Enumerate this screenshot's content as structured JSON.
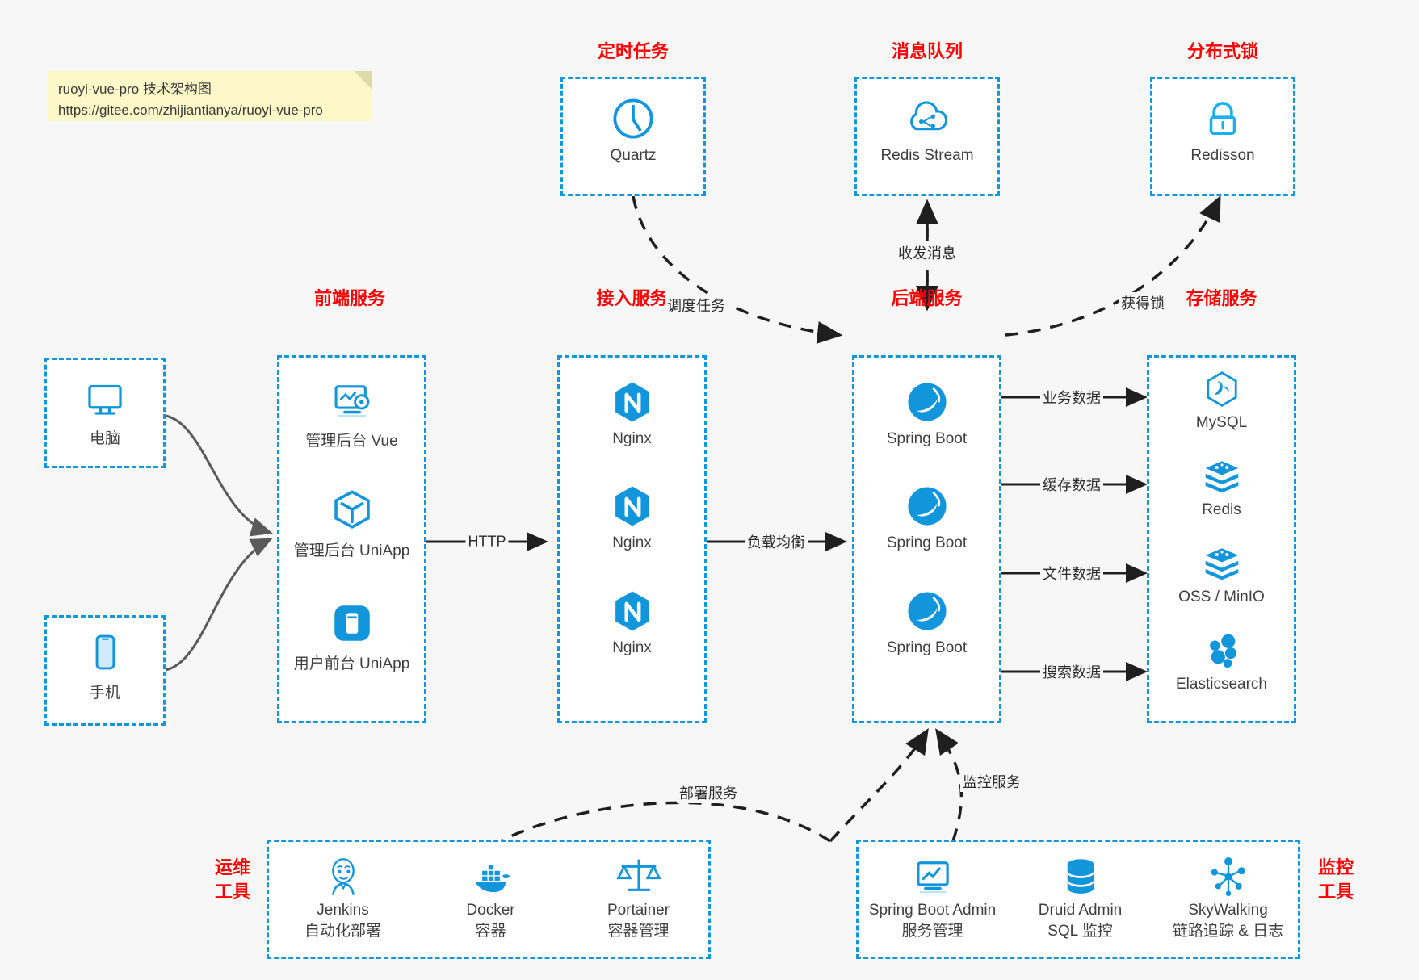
{
  "note": {
    "line1": "ruoyi-vue-pro 技术架构图",
    "line2": "https://gitee.com/zhijiantianya/ruoyi-vue-pro"
  },
  "colors": {
    "accent": "#1296db",
    "title_red": "#ff0000",
    "text": "#3f3f3f",
    "background": "#f7f7f7",
    "edge": "#2b2b2b",
    "curve_gray": "#595959",
    "note_bg": "#fcf8c8"
  },
  "groups": {
    "scheduler": {
      "title": "定时任务",
      "nodes": [
        {
          "label": "Quartz",
          "icon": "clock-icon"
        }
      ]
    },
    "mq": {
      "title": "消息队列",
      "nodes": [
        {
          "label": "Redis Stream",
          "icon": "cloud-network-icon"
        }
      ]
    },
    "lock": {
      "title": "分布式锁",
      "nodes": [
        {
          "label": "Redisson",
          "icon": "lock-icon"
        }
      ]
    },
    "devices": {
      "nodes": [
        {
          "label": "电脑",
          "icon": "desktop-icon"
        },
        {
          "label": "手机",
          "icon": "mobile-icon"
        }
      ]
    },
    "frontend": {
      "title": "前端服务",
      "nodes": [
        {
          "label": "管理后台 Vue",
          "icon": "dashboard-settings-icon"
        },
        {
          "label": "管理后台 UniApp",
          "icon": "hexagon-cube-icon"
        },
        {
          "label": "用户前台 UniApp",
          "icon": "app-square-icon"
        }
      ]
    },
    "gateway": {
      "title": "接入服务",
      "nodes": [
        {
          "label": "Nginx",
          "icon": "nginx-icon"
        },
        {
          "label": "Nginx",
          "icon": "nginx-icon"
        },
        {
          "label": "Nginx",
          "icon": "nginx-icon"
        }
      ]
    },
    "backend": {
      "title": "后端服务",
      "nodes": [
        {
          "label": "Spring Boot",
          "icon": "spring-boot-icon"
        },
        {
          "label": "Spring Boot",
          "icon": "spring-boot-icon"
        },
        {
          "label": "Spring Boot",
          "icon": "spring-boot-icon"
        }
      ]
    },
    "storage": {
      "title": "存储服务",
      "nodes": [
        {
          "label": "MySQL",
          "icon": "mysql-icon"
        },
        {
          "label": "Redis",
          "icon": "redis-icon"
        },
        {
          "label": "OSS / MinIO",
          "icon": "oss-minio-icon"
        },
        {
          "label": "Elasticsearch",
          "icon": "elasticsearch-icon"
        }
      ]
    },
    "ops": {
      "title_line1": "运维",
      "title_line2": "工具",
      "nodes": [
        {
          "label": "Jenkins",
          "sub": "自动化部署",
          "icon": "jenkins-icon"
        },
        {
          "label": "Docker",
          "sub": "容器",
          "icon": "docker-icon"
        },
        {
          "label": "Portainer",
          "sub": "容器管理",
          "icon": "scales-icon"
        }
      ]
    },
    "monitor": {
      "title_line1": "监控",
      "title_line2": "工具",
      "nodes": [
        {
          "label": "Spring Boot Admin",
          "sub": "服务管理",
          "icon": "monitor-chart-icon"
        },
        {
          "label": "Druid Admin",
          "sub": "SQL 监控",
          "icon": "database-icon"
        },
        {
          "label": "SkyWalking",
          "sub": "链路追踪 & 日志",
          "icon": "skywalking-icon"
        }
      ]
    }
  },
  "edges": [
    {
      "label": "调度任务",
      "from": "scheduler",
      "to": "backend",
      "style": "dashed"
    },
    {
      "label": "收发消息",
      "from": "mq",
      "to": "backend",
      "style": "dashed-bidirectional"
    },
    {
      "label": "获得锁",
      "from": "backend",
      "to": "lock",
      "style": "dashed"
    },
    {
      "label": "HTTP",
      "from": "frontend",
      "to": "gateway",
      "style": "solid"
    },
    {
      "label": "负载均衡",
      "from": "gateway",
      "to": "backend",
      "style": "solid"
    },
    {
      "label": "业务数据",
      "from": "backend",
      "to": "mysql",
      "style": "solid"
    },
    {
      "label": "缓存数据",
      "from": "backend",
      "to": "redis",
      "style": "solid"
    },
    {
      "label": "文件数据",
      "from": "backend",
      "to": "oss",
      "style": "solid"
    },
    {
      "label": "搜索数据",
      "from": "backend",
      "to": "elasticsearch",
      "style": "solid"
    },
    {
      "label": "部署服务",
      "from": "ops",
      "to": "backend",
      "style": "dashed"
    },
    {
      "label": "监控服务",
      "from": "monitor",
      "to": "backend",
      "style": "dashed"
    }
  ]
}
